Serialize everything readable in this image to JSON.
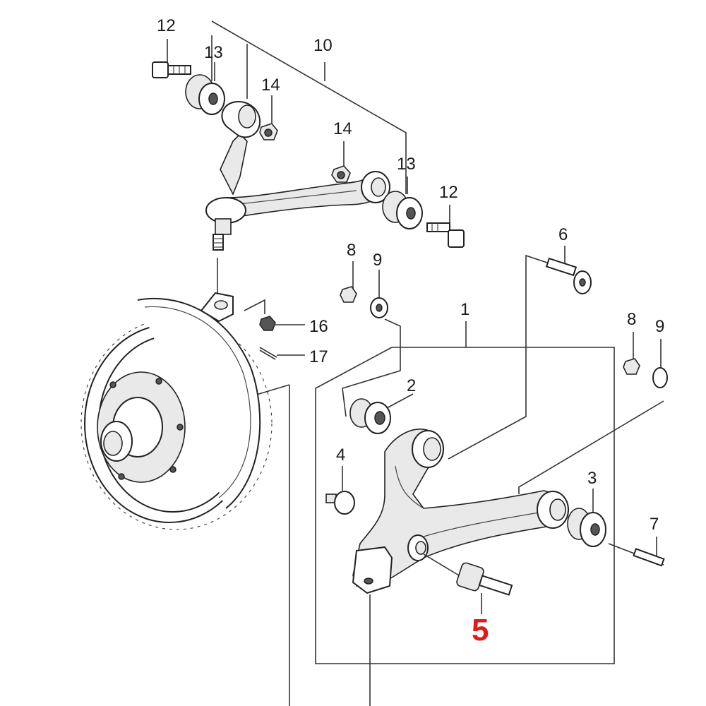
{
  "diagram": {
    "labels": {
      "p1": "1",
      "p2": "2",
      "p3": "3",
      "p4": "4",
      "p5": "5",
      "p6": "6",
      "p7": "7",
      "p8a": "8",
      "p8b": "8",
      "p9a": "9",
      "p9b": "9",
      "p10": "10",
      "p12a": "12",
      "p12b": "12",
      "p13a": "13",
      "p13b": "13",
      "p14a": "14",
      "p14b": "14",
      "p16": "16",
      "p17": "17"
    },
    "highlight_color": "#e11a1a"
  }
}
